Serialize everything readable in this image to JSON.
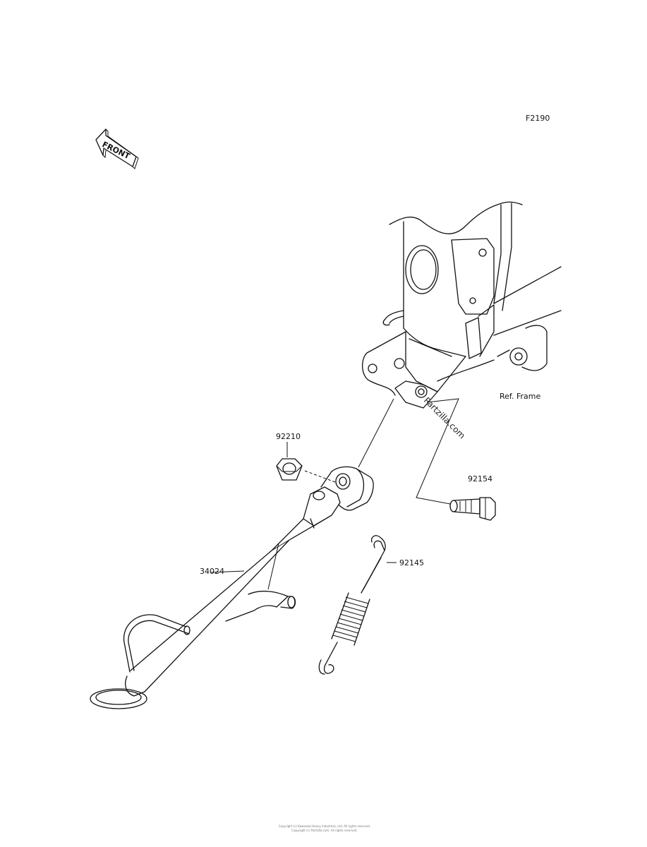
{
  "diagram": {
    "figure_code": "F2190",
    "front_arrow_label": "FRONT",
    "ref_label": "Ref. Frame",
    "watermark": "Partzilla.com",
    "parts": [
      {
        "number": "92210"
      },
      {
        "number": "92154"
      },
      {
        "number": "92145"
      },
      {
        "number": "34024"
      }
    ],
    "copyright_line1": "Copyright (c) Kawasaki Heavy Industries, Ltd. All rights reserved.",
    "copyright_line2": "Copyright (c) Partzilla.com. All rights reserved."
  }
}
